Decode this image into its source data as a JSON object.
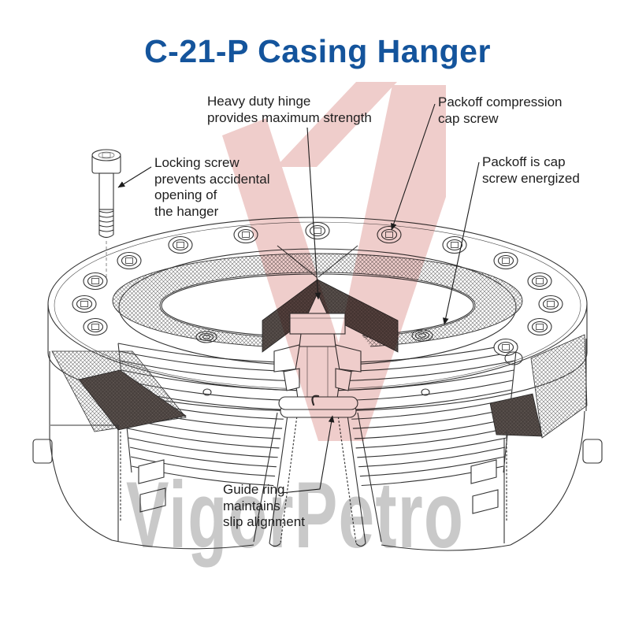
{
  "title": "C-21-P Casing Hanger",
  "watermark_text": "VigorPetro",
  "colors": {
    "title": "#14549c",
    "watermark": "#c9c9c9",
    "logo": "#efcdcb"
  },
  "annotations": {
    "heavy_duty_hinge": "Heavy duty hinge\nprovides maximum strength",
    "packoff_compression_cap_screw": "Packoff compression\ncap screw",
    "locking_screw": "Locking screw\nprevents accidental\nopening of\nthe hanger",
    "packoff_energized": "Packoff is cap\nscrew energized",
    "guide_ring": "Guide ring\nmaintains\nslip alignment"
  }
}
